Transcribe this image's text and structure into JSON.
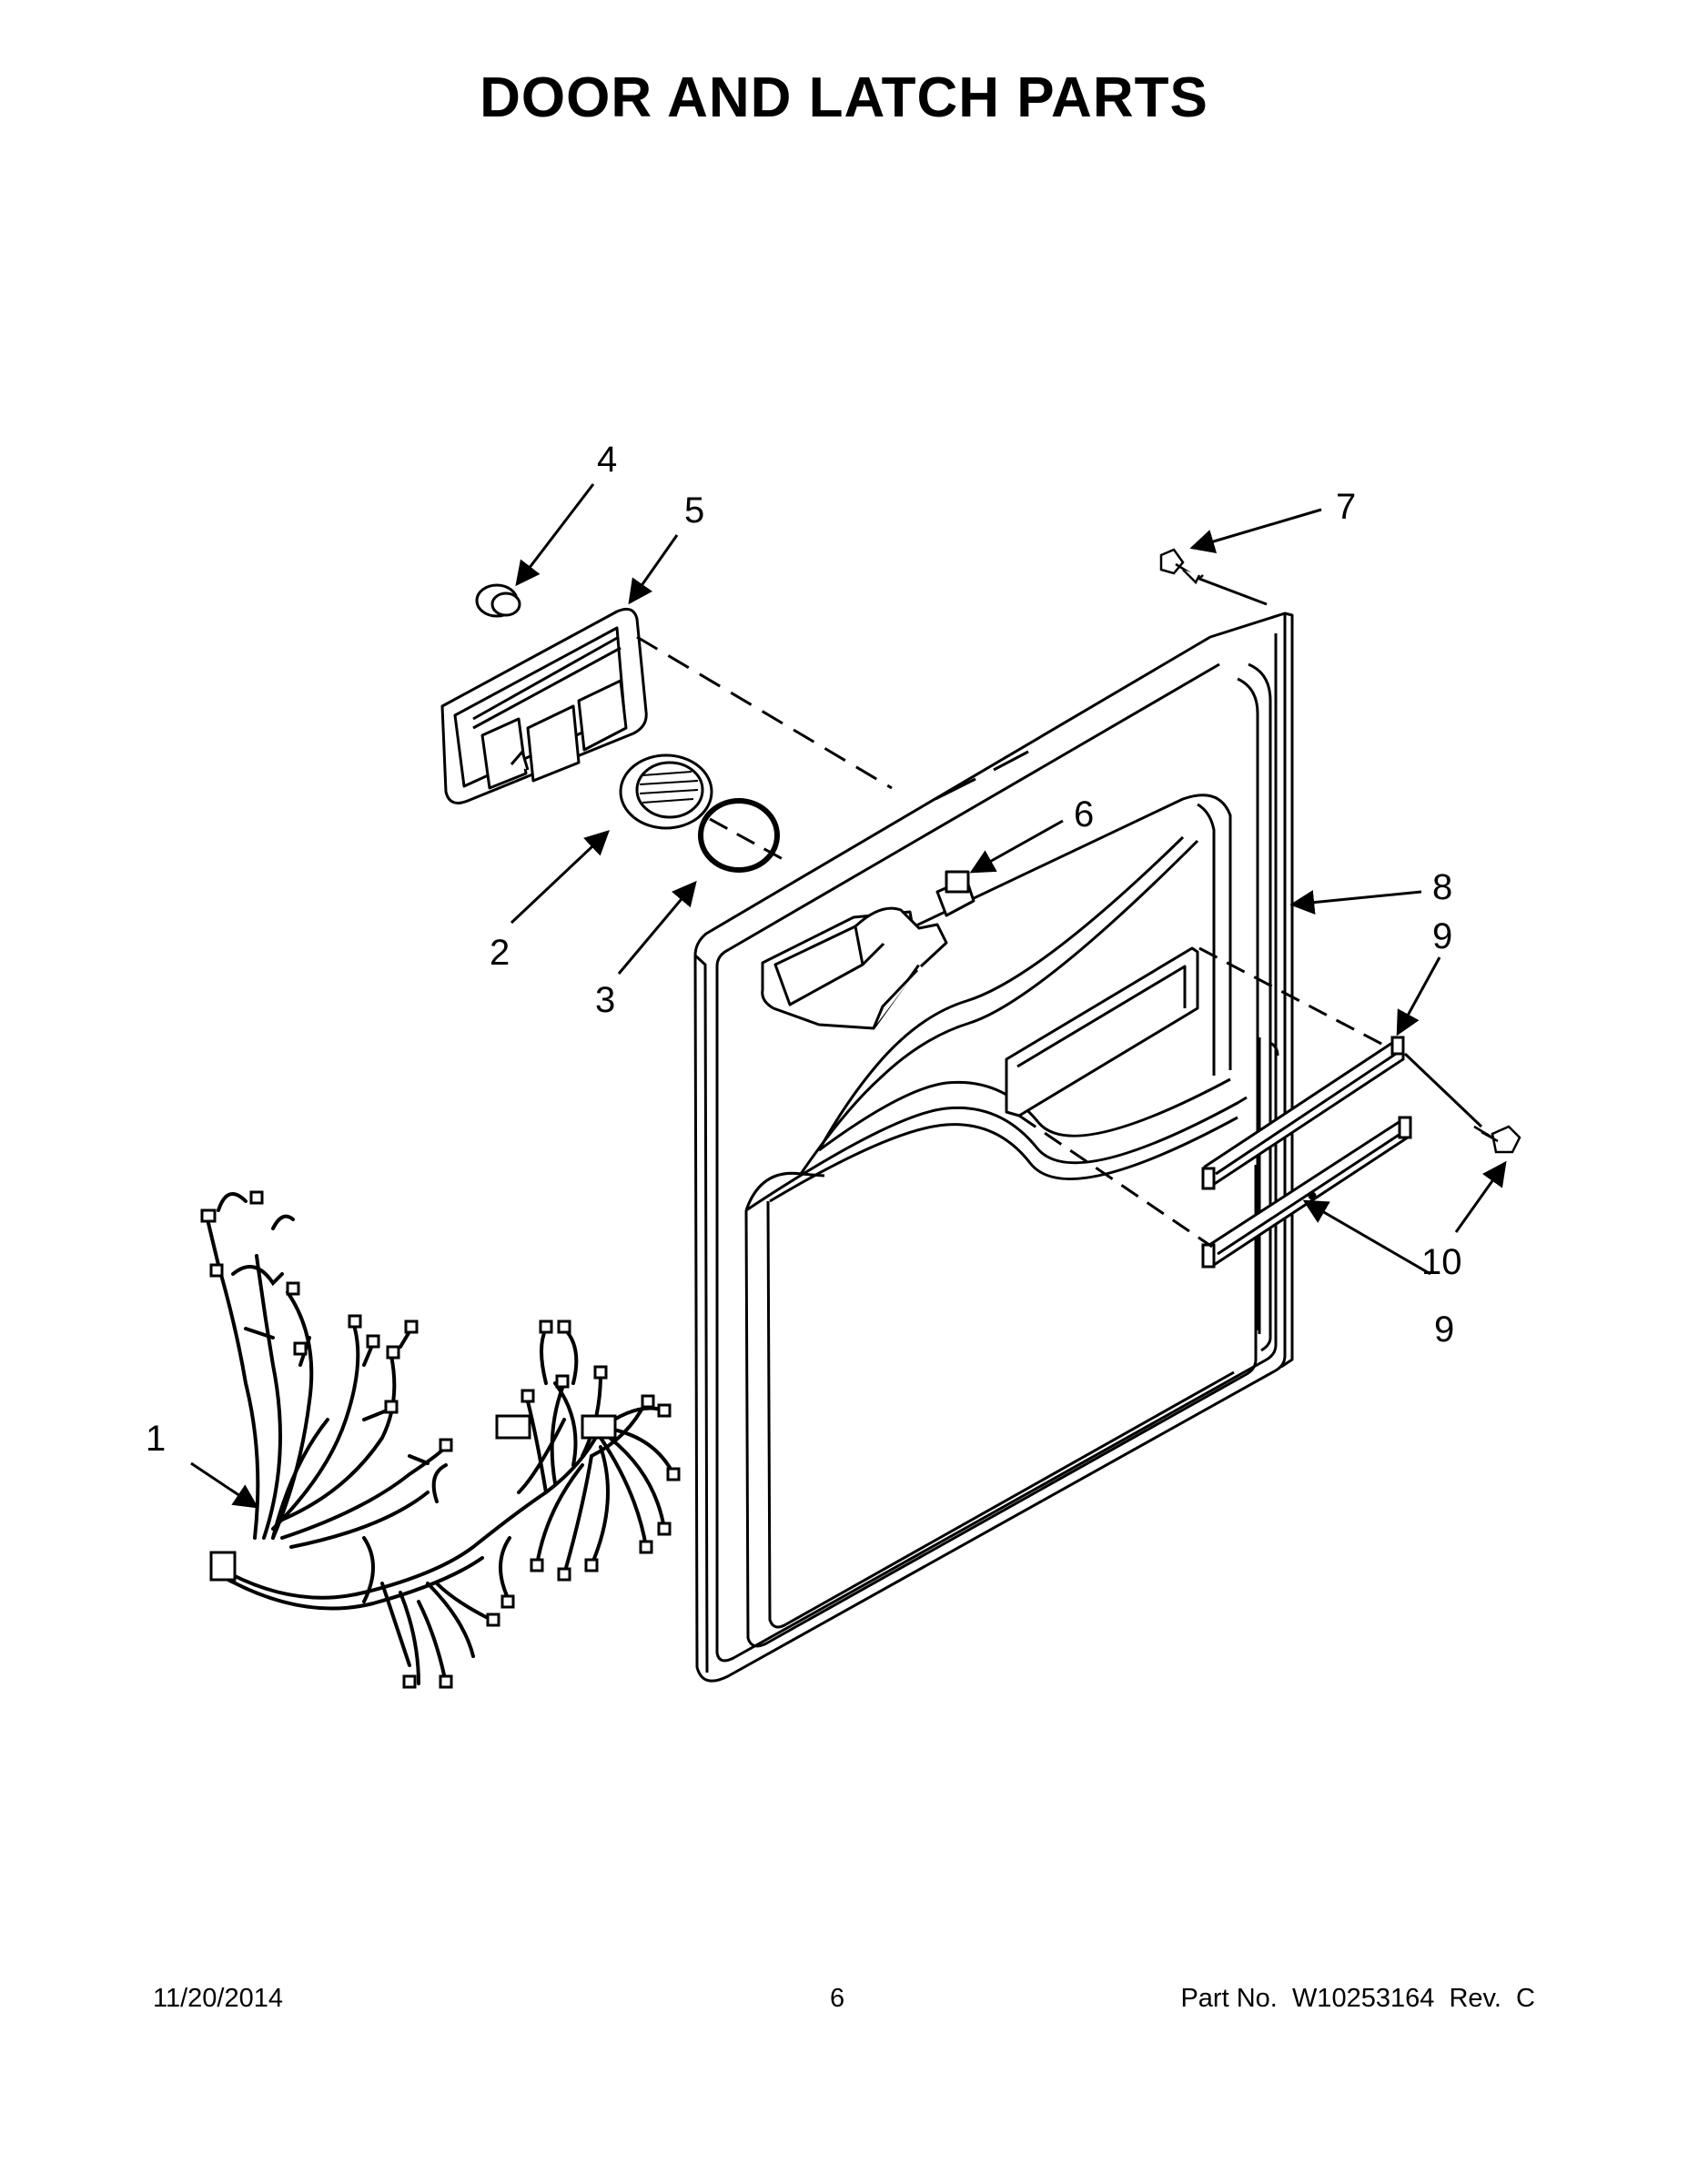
{
  "title": "DOOR AND LATCH PARTS",
  "callouts": [
    "1",
    "2",
    "3",
    "4",
    "5",
    "6",
    "7",
    "8",
    "9",
    "9",
    "10"
  ],
  "footer": {
    "date": "11/20/2014",
    "page": "6",
    "part_number": "Part No.  W10253164  Rev.  C"
  }
}
